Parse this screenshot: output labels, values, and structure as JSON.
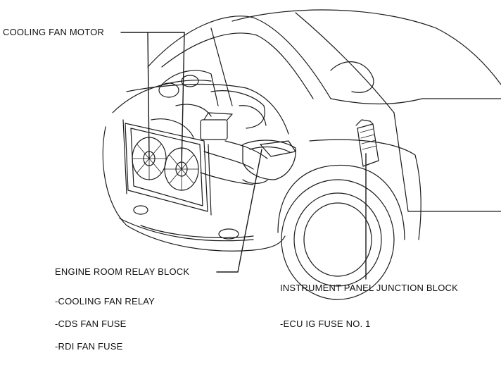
{
  "labels": {
    "cooling_fan_motor": "COOLING FAN MOTOR",
    "engine_room_relay_block": "ENGINE ROOM RELAY BLOCK",
    "cooling_fan_relay": "-COOLING FAN RELAY",
    "cds_fan_fuse": "-CDS FAN FUSE",
    "rdi_fan_fuse": "-RDI FAN FUSE",
    "instrument_panel_junction_block": "INSTRUMENT PANEL JUNCTION BLOCK",
    "ecu_ig_fuse": "-ECU IG FUSE NO. 1"
  },
  "colors": {
    "line": "#1a1a1a",
    "background": "#ffffff"
  }
}
